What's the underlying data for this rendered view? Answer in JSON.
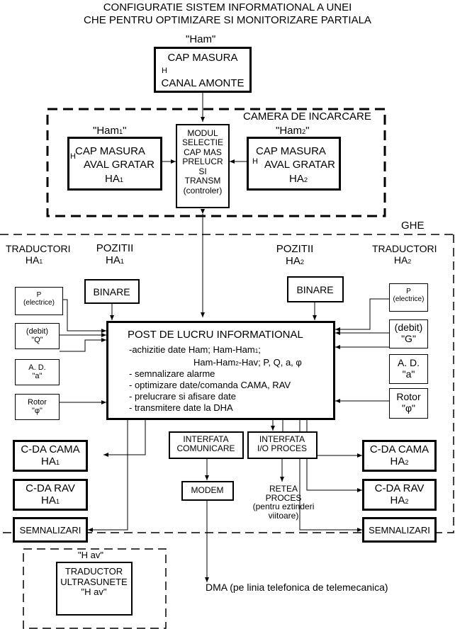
{
  "title": {
    "line1": "CONFIGURATIE SISTEM INFORMATIONAL A UNEI",
    "line2": "CHE PENTRU OPTIMIZARE SI MONITORIZARE PARTIALA"
  },
  "ham_label": "\"Ham\"",
  "cap_masura_amonte": {
    "l1": "CAP MASURA",
    "h": "H",
    "l2": "CANAL AMONTE"
  },
  "camera_label": "CAMERA DE INCARCARE",
  "ham1_label": "\"Ham",
  "ham1_sub": "1",
  "ham2_label": "\"Ham",
  "ham2_sub": "2",
  "quote": "\"",
  "cap_aval_1": {
    "h": "H",
    "l1": "CAP MASURA",
    "l2": "AVAL GRATAR",
    "l3": "HA",
    "sub": "1"
  },
  "cap_aval_2": {
    "h": "H",
    "l1": "CAP MASURA",
    "l2": "AVAL GRATAR",
    "l3": "HA",
    "sub": "2"
  },
  "modul": {
    "l1": "MODUL",
    "l2": "SELECTIE",
    "l3": "CAP MAS",
    "l4": "PRELUCR",
    "l5": "SI",
    "l6": "TRANSM",
    "l7": "(controler)"
  },
  "ghe_label": "GHE",
  "traductori_1": {
    "l1": "TRADUCTORI",
    "l2": "HA",
    "sub": "1"
  },
  "pozitii_1": {
    "l1": "POZITII",
    "l2": "HA",
    "sub": "1"
  },
  "pozitii_2": {
    "l1": "POZITII",
    "l2": "HA",
    "sub": "2"
  },
  "traductori_2": {
    "l1": "TRADUCTORI",
    "l2": "HA",
    "sub": "2"
  },
  "binare_1": "BINARE",
  "binare_2": "BINARE",
  "left_sensors": {
    "p": {
      "l1": "P",
      "l2": "(electrice)"
    },
    "debit": {
      "l1": "(debit)",
      "l2": "\"Q\""
    },
    "ad": {
      "l1": "A. D.",
      "l2": "\"a\""
    },
    "rotor": {
      "l1": "Rotor",
      "l2": "\"φ\""
    }
  },
  "right_sensors": {
    "p": {
      "l1": "P",
      "l2": "(electrice)"
    },
    "debit": {
      "l1": "(debit)",
      "l2": "\"G\""
    },
    "ad": {
      "l1": "A. D.",
      "l2": "\"a\""
    },
    "rotor": {
      "l1": "Rotor",
      "l2": "\"φ\""
    }
  },
  "post": {
    "title": "POST DE LUCRU INFORMATIONAL",
    "line1a": "-achizitie date Ham; Ham-Ham",
    "line1_sub": "1",
    "line1b": ";",
    "line2a": "Ham-Ham",
    "line2_sub": "2",
    "line2b": "-Hav; P, Q, a, φ",
    "items": [
      "- semnalizare alarme",
      "- optimizare date/comanda CAMA, RAV",
      "- prelucrare si afisare date",
      "- transmitere date la DHA"
    ]
  },
  "interfata_com": {
    "l1": "INTERFATA",
    "l2": "COMUNICARE"
  },
  "interfata_io": {
    "l1": "INTERFATA",
    "l2": "I/O PROCES"
  },
  "modem": "MODEM",
  "retea": {
    "l1": "RETEA",
    "l2": "PROCES",
    "l3": "(pentru eztinderi",
    "l4": "viitoare)"
  },
  "left_outputs": {
    "cama": {
      "l1": "C-DA CAMA",
      "l2": "HA",
      "sub": "1"
    },
    "rav": {
      "l1": "C-DA RAV",
      "l2": "HA",
      "sub": "1"
    },
    "semn": "SEMNALIZARI"
  },
  "right_outputs": {
    "cama": {
      "l1": "C-DA CAMA",
      "l2": "HA",
      "sub": "2"
    },
    "rav": {
      "l1": "C-DA RAV",
      "l2": "HA",
      "sub": "2"
    },
    "semn": "SEMNALIZARI"
  },
  "hav_label": "\"H av\"",
  "traductor_us": {
    "l1": "TRADUCTOR",
    "l2": "ULTRASUNETE",
    "l3": "\"H av\""
  },
  "dma": "DMA (pe linia telefonica de telemecanica)"
}
